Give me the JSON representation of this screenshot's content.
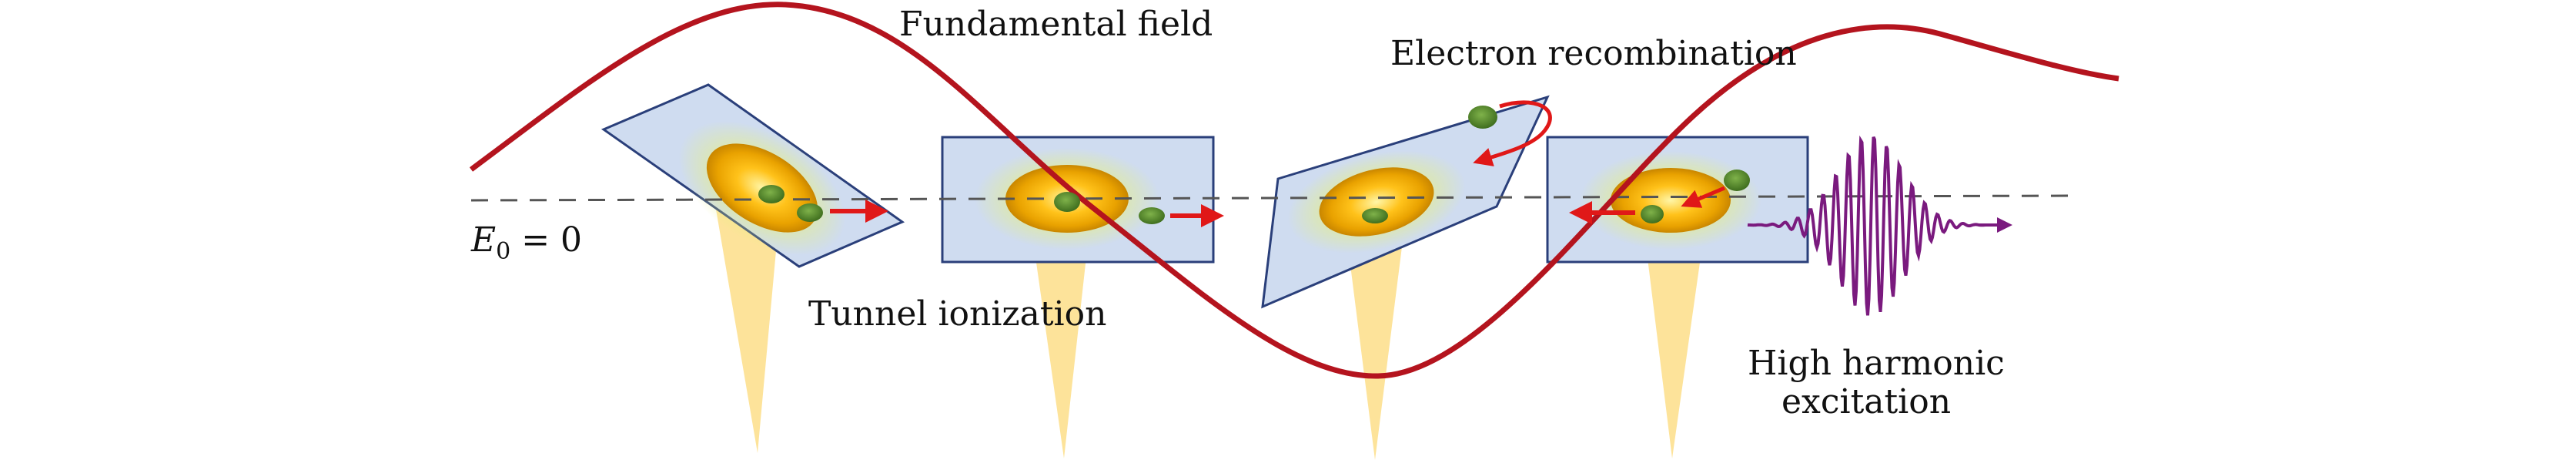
{
  "labels": {
    "fundamental_field": "Fundamental field",
    "electron_recombination": "Electron recombination",
    "tunnel_ionization": "Tunnel ionization",
    "high_harmonic_line1": "High harmonic",
    "high_harmonic_line2": "excitation",
    "baseline_E": "E",
    "baseline_sub": "0",
    "baseline_eq": " = 0"
  },
  "colors": {
    "field_curve": "#b4141e",
    "panel_fill": "#cfdcf0",
    "panel_stroke": "#2a3f7a",
    "beam": "#fde39a",
    "electron": "#5a8a2e",
    "arrow": "#e01818",
    "harmonic_pulse": "#7a1a7e",
    "baseline": "#555555"
  },
  "icons": {
    "electron": "green-ellipse-icon",
    "atom_core": "orange-gradient-ellipse-icon",
    "arrow": "red-arrow-icon"
  }
}
